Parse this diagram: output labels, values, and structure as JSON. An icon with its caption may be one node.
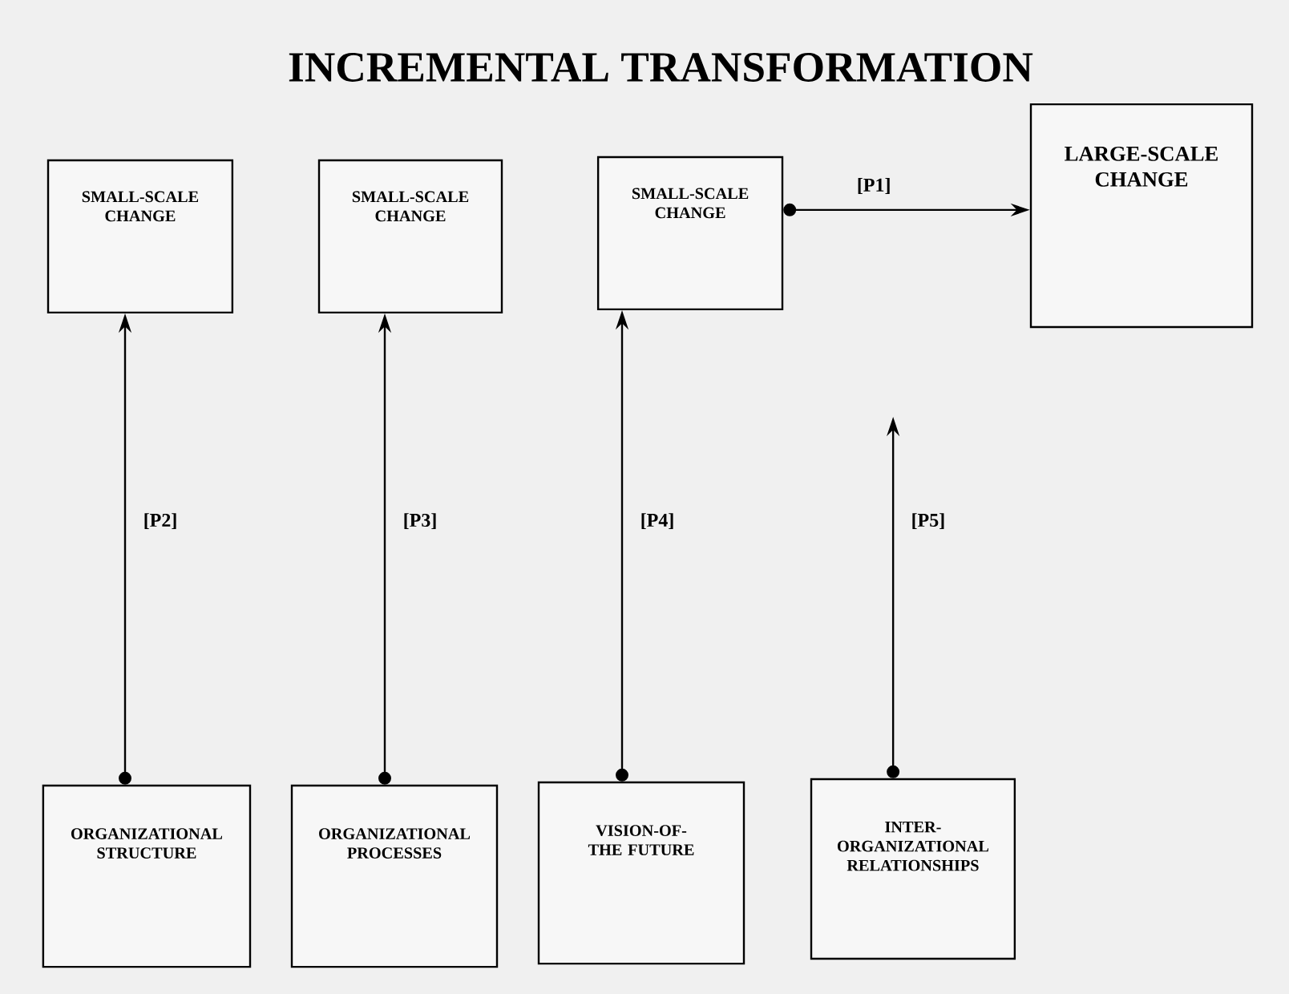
{
  "diagram": {
    "title": "INCREMENTAL TRANSFORMATION",
    "nodes": [
      {
        "text": [
          "SMALL-SCALE CHANGE"
        ]
      },
      {
        "text": [
          "SMALL-SCALE CHANGE"
        ]
      },
      {
        "text": [
          "SMALL-SCALE CHANGE"
        ]
      },
      {
        "text": [
          "LARGE-SCALE CHANGE"
        ]
      },
      {
        "text": [
          "ORGANIZATIONAL STRUCTURE"
        ]
      },
      {
        "text": [
          "ORGANIZATIONAL PROCESSES"
        ]
      },
      {
        "text": [
          "VISION-OF-THE FUTURE"
        ]
      },
      {
        "text": [
          "INTER-ORGANIZATIONAL RELATIONSHIPS"
        ]
      }
    ],
    "edges": [
      {
        "from": 2,
        "to": 3,
        "arrow": "to",
        "label": "[P1]"
      },
      {
        "from": 4,
        "to": 0,
        "arrow": "to",
        "label": "[P2]"
      },
      {
        "from": 5,
        "to": 1,
        "arrow": "to",
        "label": "[P3]"
      },
      {
        "from": 6,
        "to": 2,
        "arrow": "to",
        "label": "[P4]"
      },
      {
        "from": 7,
        "to": null,
        "arrow": "to",
        "label": "[P5]"
      }
    ]
  }
}
